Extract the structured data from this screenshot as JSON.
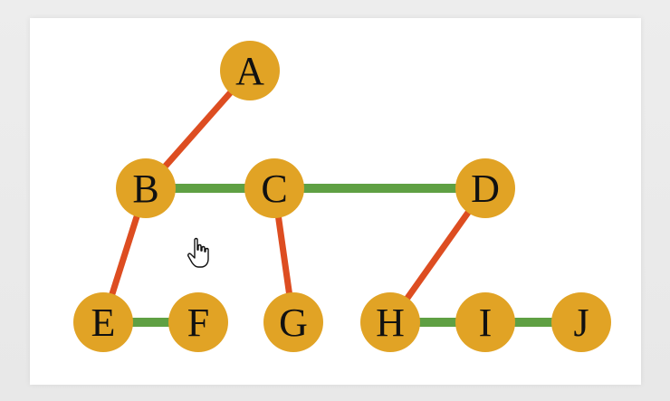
{
  "colors": {
    "node_fill": "#e1a325",
    "tree_edge": "#dd4d21",
    "sibling_edge": "#5fa043",
    "label": "#111111"
  },
  "nodes": [
    {
      "id": "A",
      "label": "A"
    },
    {
      "id": "B",
      "label": "B"
    },
    {
      "id": "C",
      "label": "C"
    },
    {
      "id": "D",
      "label": "D"
    },
    {
      "id": "E",
      "label": "E"
    },
    {
      "id": "F",
      "label": "F"
    },
    {
      "id": "G",
      "label": "G"
    },
    {
      "id": "H",
      "label": "H"
    },
    {
      "id": "I",
      "label": "I"
    },
    {
      "id": "J",
      "label": "J"
    }
  ],
  "edges": [
    {
      "from": "A",
      "to": "B",
      "kind": "tree_edge"
    },
    {
      "from": "B",
      "to": "E",
      "kind": "tree_edge"
    },
    {
      "from": "C",
      "to": "G",
      "kind": "tree_edge"
    },
    {
      "from": "D",
      "to": "H",
      "kind": "tree_edge"
    },
    {
      "from": "B",
      "to": "C",
      "kind": "sibling_edge"
    },
    {
      "from": "C",
      "to": "D",
      "kind": "sibling_edge"
    },
    {
      "from": "E",
      "to": "F",
      "kind": "sibling_edge"
    },
    {
      "from": "H",
      "to": "I",
      "kind": "sibling_edge"
    },
    {
      "from": "I",
      "to": "J",
      "kind": "sibling_edge"
    }
  ],
  "cursor": {
    "icon": "hand-pointer-icon"
  }
}
